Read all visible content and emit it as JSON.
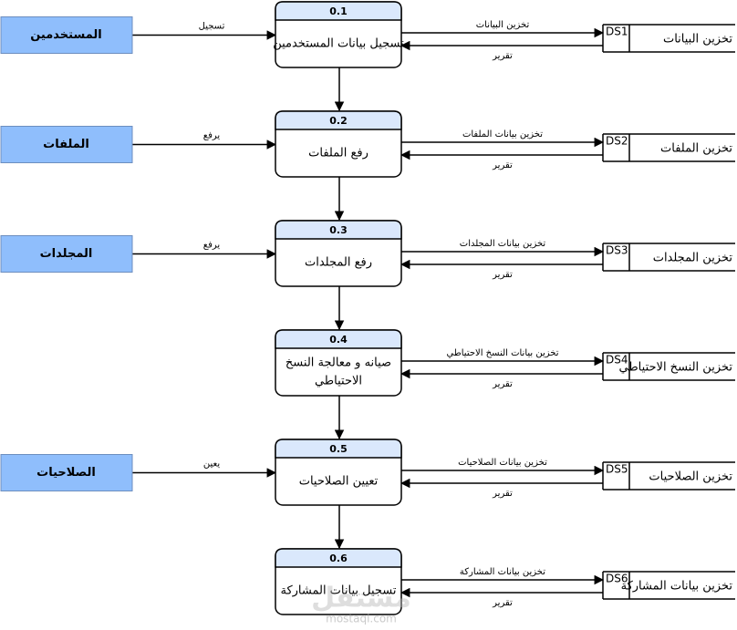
{
  "entities": [
    {
      "label": "المستخدمين",
      "flow": "تسجيل"
    },
    {
      "label": "الملفات",
      "flow": "يرفع"
    },
    {
      "label": "المجلدات",
      "flow": "يرفع"
    },
    {
      "label": "الصلاحيات",
      "flow": "يعين"
    }
  ],
  "processes": [
    {
      "id": "0.1",
      "lines": [
        "تسجيل بيانات المستخدمين"
      ]
    },
    {
      "id": "0.2",
      "lines": [
        "رفع الملفات"
      ]
    },
    {
      "id": "0.3",
      "lines": [
        "رفع المجلدات"
      ]
    },
    {
      "id": "0.4",
      "lines": [
        "صيانه و معالجة النسخ",
        "الاحتياطي"
      ]
    },
    {
      "id": "0.5",
      "lines": [
        "تعيين الصلاحيات"
      ]
    },
    {
      "id": "0.6",
      "lines": [
        "تسجيل بيانات المشاركة"
      ]
    }
  ],
  "stores": [
    {
      "id": "DS1",
      "name": "تخزين البيانات",
      "store_flow": "تخزين البيانات",
      "report_flow": "تقرير"
    },
    {
      "id": "DS2",
      "name": "تخزين الملفات",
      "store_flow": "تخزين بيانات الملفات",
      "report_flow": "تقرير"
    },
    {
      "id": "DS3",
      "name": "تخزين المجلدات",
      "store_flow": "تخزين بيانات المجلدات",
      "report_flow": "تقرير"
    },
    {
      "id": "DS4",
      "name": "تخزين النسخ الاحتياطي",
      "store_flow": "تخزين بيانات النسخ الاحتياطي",
      "report_flow": "تقرير"
    },
    {
      "id": "DS5",
      "name": "تخزين الصلاحيات",
      "store_flow": "تخزين بيانات الصلاحيات",
      "report_flow": "تقرير"
    },
    {
      "id": "DS6",
      "name": "تخزين بيانات المشاركة",
      "store_flow": "تخزين بيانات المشاركة",
      "report_flow": "تقرير"
    }
  ],
  "watermark": {
    "main": "مستقل",
    "sub": "mostaql.com"
  },
  "colors": {
    "entity_fill": "#8fbefc",
    "entity_stroke": "#6c8ebf",
    "process_header": "#dae8fc",
    "line": "#000000"
  }
}
